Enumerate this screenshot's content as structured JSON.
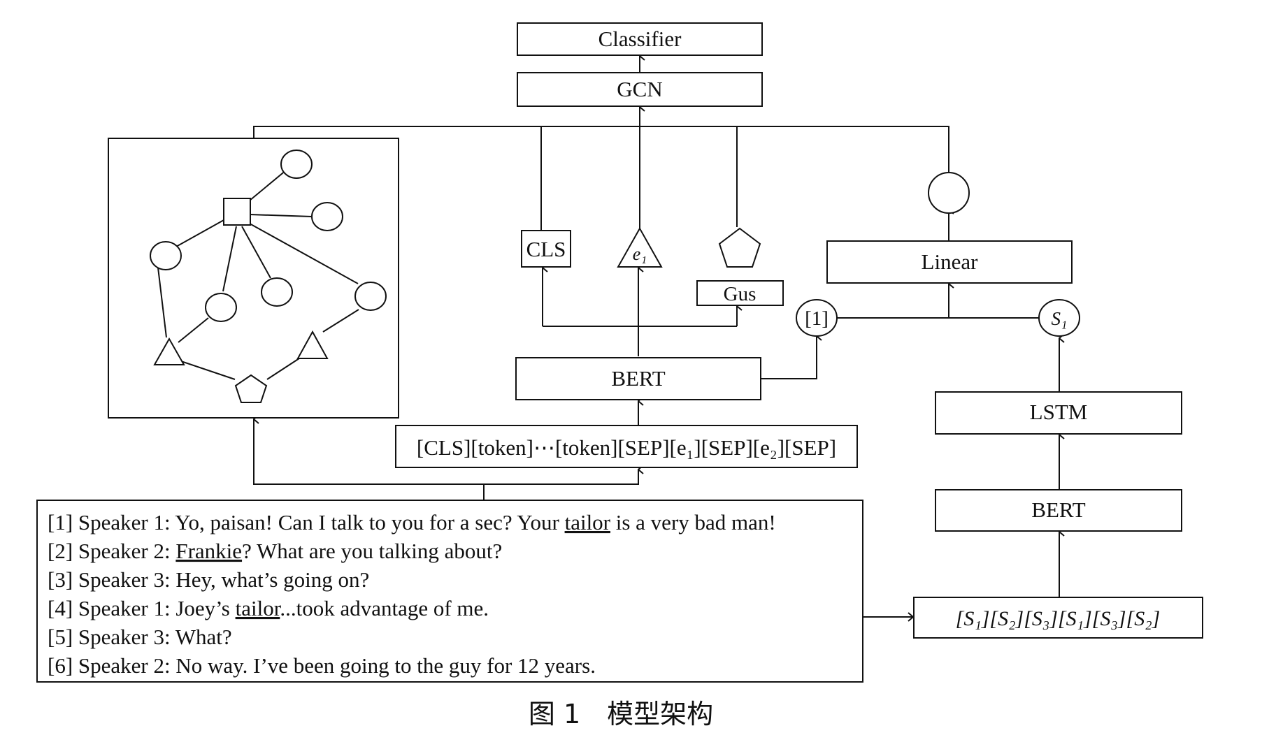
{
  "boxes": {
    "classifier": "Classifier",
    "gcn": "GCN",
    "linear": "Linear",
    "bert_top": "BERT",
    "input_tokens": "[CLS][token]⋯[token][SEP][e₁][SEP][e₂][SEP]",
    "lstm": "LSTM",
    "bert_right": "BERT",
    "speaker_seq": "[S₁][S₂][S₃][S₁][S₃][S₂]",
    "cls": "CLS",
    "gus": "Gus"
  },
  "nodes": {
    "e1": "e₁",
    "one": "[1]",
    "s1": "S₁"
  },
  "dialogue": [
    {
      "prefix": "[1] Speaker 1: Yo, paisan! Can I talk to you for a sec? Your ",
      "underlined": "tailor",
      "suffix": " is a very bad man!"
    },
    {
      "prefix": "[2] Speaker 2: ",
      "underlined": "Frankie",
      "suffix": "? What are you talking about?"
    },
    {
      "prefix": "[3] Speaker 3: Hey, what’s going on?",
      "underlined": "",
      "suffix": ""
    },
    {
      "prefix": "[4] Speaker 1: Joey’s ",
      "underlined": "tailor",
      "suffix": "...took advantage of me."
    },
    {
      "prefix": "[5] Speaker 3: What?",
      "underlined": "",
      "suffix": ""
    },
    {
      "prefix": "[6] Speaker 2: No way. I’ve been going to the guy for 12 years.",
      "underlined": "",
      "suffix": ""
    }
  ],
  "caption": "图 1　模型架构"
}
